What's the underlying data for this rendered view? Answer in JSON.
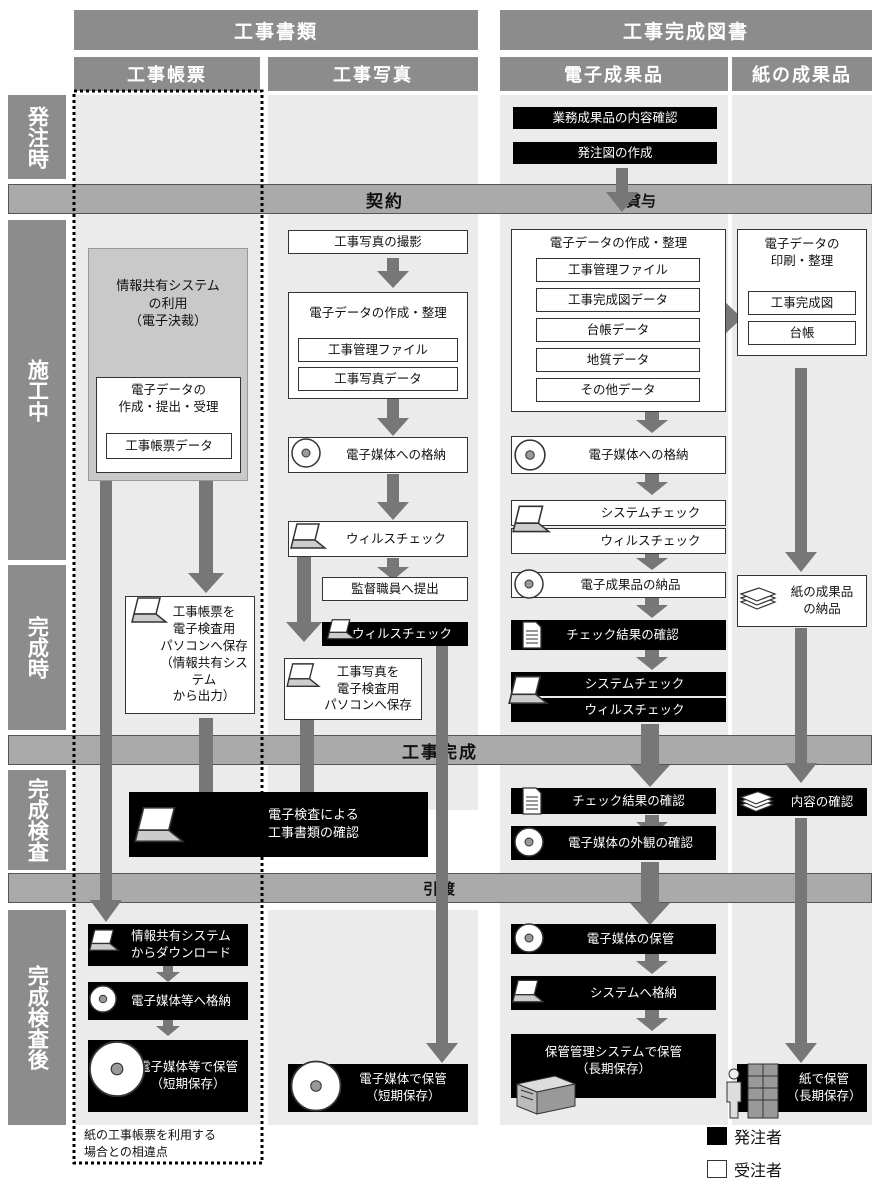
{
  "headers": {
    "construction_docs": "工事書類",
    "completion_drawings": "工事完成図書",
    "forms": "工事帳票",
    "photos": "工事写真",
    "electronic": "電子成果品",
    "paper": "紙の成果品"
  },
  "phases": {
    "order": "発注時",
    "construction": "施工中",
    "completion": "完成時",
    "inspection": "完成検査",
    "after": "完成検査後"
  },
  "bands": {
    "contract": "契約",
    "lend": "貸与",
    "done": "工事完成",
    "handover": "引渡"
  },
  "order_col": {
    "confirm": "業務成果品の内容確認",
    "drawing": "発注図の作成"
  },
  "forms_col": {
    "system_title": "情報共有システム\nの利用\n（電子決裁）",
    "sub_title": "電子データの\n作成・提出・受理",
    "sub_item": "工事帳票データ",
    "save_pc": "工事帳票を\n電子検査用\nパソコンへ保存\n（情報共有システム\nから出力）",
    "download": "情報共有システム\nからダウンロード",
    "store_media": "電子媒体等へ格納",
    "keep_media": "電子媒体等で保管\n（短期保存）",
    "note": "紙の工事帳票を利用する\n場合との相違点"
  },
  "photos_col": {
    "shoot": "工事写真の撮影",
    "data_title": "電子データの作成・整理",
    "item1": "工事管理ファイル",
    "item2": "工事写真データ",
    "store": "電子媒体への格納",
    "virus": "ウィルスチェック",
    "submit": "監督職員へ提出",
    "virus2": "ウィルスチェック",
    "save_pc": "工事写真を\n電子検査用\nパソコンへ保存",
    "keep": "電子媒体で保管\n（短期保存）"
  },
  "inspection_common": {
    "label": "電子検査による\n工事書類の確認"
  },
  "elec_col": {
    "data_title": "電子データの作成・整理",
    "items": [
      "工事管理ファイル",
      "工事完成図データ",
      "台帳データ",
      "地質データ",
      "その他データ"
    ],
    "store": "電子媒体への格納",
    "syscheck": "システムチェック",
    "virus": "ウィルスチェック",
    "deliver": "電子成果品の納品",
    "check_result": "チェック結果の確認",
    "syscheck2": "システムチェック",
    "virus2": "ウィルスチェック",
    "check_result2": "チェック結果の確認",
    "media_look": "電子媒体の外観の確認",
    "media_keep": "電子媒体の保管",
    "sys_store": "システムへ格納",
    "mgmt_keep": "保管管理システムで保管\n（長期保存）"
  },
  "paper_col": {
    "title": "電子データの\n印刷・整理",
    "item1": "工事完成図",
    "item2": "台帳",
    "deliver": "紙の成果品\nの納品",
    "confirm": "内容の確認",
    "keep": "紙で保管\n（長期保存）"
  },
  "legend": {
    "orderer": "発注者",
    "contractor": "受注者"
  },
  "colors": {
    "header": "#8c8c8c",
    "band": "#aaaaaa",
    "column_bg": "#ebebeb",
    "arrow": "#777777",
    "orderer": "#000000",
    "contractor": "#ffffff"
  }
}
